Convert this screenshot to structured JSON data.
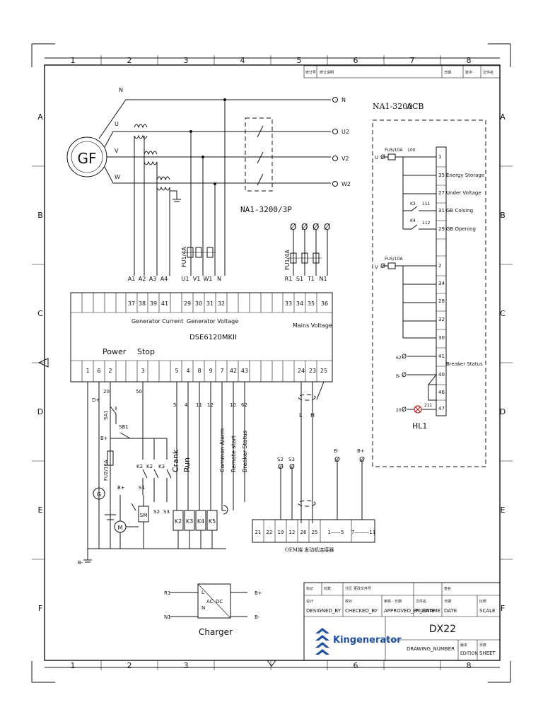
{
  "frame": {
    "col_numbers": [
      "1",
      "2",
      "3",
      "4",
      "5",
      "6",
      "7",
      "8"
    ],
    "row_letters": [
      "A",
      "B",
      "C",
      "D",
      "E",
      "F"
    ]
  },
  "generator": {
    "label": "GF",
    "phases": [
      "N",
      "U",
      "V",
      "W"
    ],
    "phase_outputs": [
      "N",
      "U2",
      "V2",
      "W2"
    ]
  },
  "breaker_3p": "NA1-3200/3P",
  "acb": {
    "title_a": "NA1-3200",
    "title_b": "ACB",
    "fuse_u": "FU5/10A",
    "fuse_v": "FU5/10A",
    "wire_100": "100",
    "k3": "K3",
    "k4": "K4",
    "w111": "111",
    "w112": "112",
    "phase_u": "U",
    "phase_v": "V",
    "terminals": [
      "1",
      "35",
      "27",
      "31",
      "29",
      "2",
      "34",
      "28",
      "32",
      "30",
      "41",
      "40",
      "46",
      "47"
    ],
    "func_labels": [
      "Energy Storage",
      "Under Voltage",
      "GB Colsing",
      "GB Opening",
      "Breaker Status"
    ],
    "w62": "62",
    "wb": "B-",
    "w211": "211",
    "w20": "20",
    "lamp": "HL1"
  },
  "controller": {
    "model": "DSE6120MKII",
    "top_terminals": [
      "37",
      "38",
      "39",
      "41",
      "29",
      "30",
      "31",
      "32",
      "33",
      "34",
      "35",
      "36"
    ],
    "top_signals": [
      "A1",
      "A2",
      "A3",
      "A4",
      "U1",
      "V1",
      "W1",
      "N",
      "R1",
      "S1",
      "T1",
      "N1"
    ],
    "fuse_gen": "FU1/4A",
    "fuse_mains": "FU1/4A",
    "group_gen_current": "Generator Current",
    "group_gen_voltage": "Generator Voltage",
    "group_mains_voltage": "Mains Voltage",
    "power": "Power",
    "stop": "Stop",
    "bottom_terminals": [
      "1",
      "6",
      "2",
      "3",
      "5",
      "4",
      "8",
      "9",
      "7",
      "42",
      "43",
      "24",
      "23",
      "25"
    ],
    "bottom_wires": [
      "5",
      "4",
      "11",
      "12",
      "10",
      "62"
    ],
    "wire_20": "20",
    "wire_50": "50",
    "rotated_labels": [
      "Crank",
      "Run",
      "Common Alarm",
      "Remote start",
      "Breaker Status"
    ],
    "can_l": "L",
    "can_h": "H"
  },
  "engine": {
    "d_plus": "D+",
    "sa1": "SA1",
    "b_plus_1": "B+",
    "sb1": "SB1",
    "fuse": "FU2/16A",
    "b_plus_2": "B+",
    "g": "G",
    "m": "M",
    "sm": "SM",
    "relays_top": [
      "K2",
      "K2",
      "K3"
    ],
    "s1": "S1",
    "s2": "S2",
    "s3": "S3",
    "coils": [
      "K2",
      "K3",
      "K4",
      "K5"
    ],
    "b_minus": "B-"
  },
  "oem": {
    "terminals": [
      "21",
      "22",
      "19",
      "12",
      "26",
      "25",
      "1——5",
      "7———11"
    ],
    "caption": "OEM端 发动机连接器",
    "s2": "S2",
    "s3": "S3",
    "b_minus": "B-",
    "b_plus": "B+"
  },
  "charger": {
    "label": "Charger",
    "r1": "R1",
    "n1": "N1",
    "bplus": "B+",
    "bminus": "B-",
    "ac": "AC",
    "dc": "DC",
    "l": "L",
    "n": "N"
  },
  "title_block": {
    "designed_by": "DESIGNED_BY",
    "checked_by": "CHECKED_BY",
    "approved_by": "APPROVED_BY_DATE",
    "filename": "FILENAME",
    "date": "DATE",
    "scale": "SCALE",
    "drawing_title": "DX22",
    "drawing_number": "DRAWING_NUMBER",
    "edition": "EDITION",
    "sheet": "SHEET",
    "cn_edition": "版本",
    "cn_sheet": "页数",
    "brand": "Kingenerator",
    "brand_color": "#1f4fa0",
    "cn_row1": [
      "标记",
      "处数",
      "分区",
      "更改文件号"
    ],
    "cn_row2": [
      "设计",
      "校对",
      "审核 - 日期",
      "文件名",
      "日期",
      "比例"
    ],
    "cn_top": [
      "标记",
      "处数",
      "分区",
      "签名",
      "日期"
    ]
  },
  "revision_row": {
    "cells": [
      "修订号",
      "修订说明",
      "日期",
      "签字",
      "文件名"
    ]
  }
}
